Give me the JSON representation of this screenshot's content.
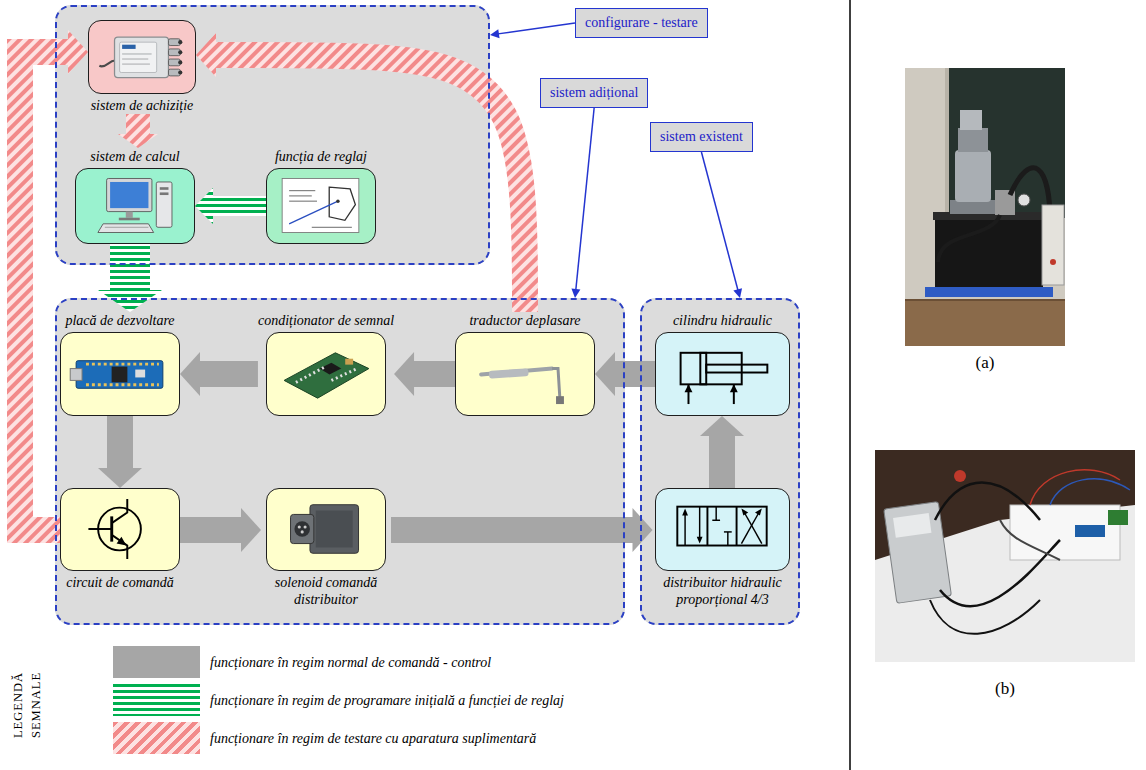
{
  "diagram": {
    "nodes": [
      {
        "text": []
      },
      {
        "text": [
          "sistem de achiziție"
        ],
        "in": 0
      },
      {
        "text": [
          "sistem de calcul"
        ],
        "in": 0
      },
      {
        "text": [
          "funcția de reglaj"
        ],
        "in": 0
      },
      {
        "text": [
          "configurare - testare"
        ]
      },
      {
        "text": [
          "sistem adițional"
        ]
      },
      {
        "text": [
          "sistem existent"
        ]
      },
      {
        "text": []
      },
      {
        "text": [
          "placă de dezvoltare"
        ],
        "in": 7
      },
      {
        "text": [
          "condiționator de semnal"
        ],
        "in": 7
      },
      {
        "text": [
          "traductor deplasare"
        ],
        "in": 7
      },
      {
        "text": [
          "circuit de comandă"
        ],
        "in": 7
      },
      {
        "text": [
          "solenoid comandă distribuitor"
        ],
        "in": 7
      },
      {
        "text": []
      },
      {
        "text": [
          "cilindru hidraulic"
        ],
        "in": 13
      },
      {
        "text": [
          "distribuitor hidraulic proporțional 4/3"
        ],
        "in": 13
      }
    ],
    "edges": [
      {
        "from": 4,
        "to": 0,
        "arrow": "to"
      },
      {
        "from": 5,
        "to": 7,
        "arrow": "to"
      },
      {
        "from": 6,
        "to": 13,
        "arrow": "to"
      },
      {
        "from": 1,
        "to": 2,
        "arrow": "to"
      },
      {
        "from": 3,
        "to": 2,
        "arrow": "to"
      },
      {
        "from": 2,
        "to": 8,
        "arrow": "to"
      },
      {
        "from": 14,
        "to": 10,
        "arrow": "to"
      },
      {
        "from": 10,
        "to": 9,
        "arrow": "to"
      },
      {
        "from": 9,
        "to": 8,
        "arrow": "to"
      },
      {
        "from": 8,
        "to": 11,
        "arrow": "to"
      },
      {
        "from": 11,
        "to": 12,
        "arrow": "to"
      },
      {
        "from": 12,
        "to": 15,
        "arrow": "to"
      },
      {
        "from": 15,
        "to": 14,
        "arrow": "to"
      },
      {
        "from": 10,
        "to": 1,
        "arrow": "to"
      },
      {
        "from": 11,
        "to": 1,
        "arrow": "to"
      }
    ],
    "labels": [
      "(a)",
      "(b)",
      "LEGENDĂ SEMNALE"
    ],
    "legend": [
      {
        "text": "funcționare în regim normal de comandă - control",
        "color": "#a6a6a6"
      },
      {
        "text": "funcționare în regim de programare inițială a funcției de reglaj",
        "color": "#00b050"
      },
      {
        "text": "funcționare în regim de testare cu aparatura suplimentară",
        "color": "#f28a8a"
      }
    ]
  }
}
